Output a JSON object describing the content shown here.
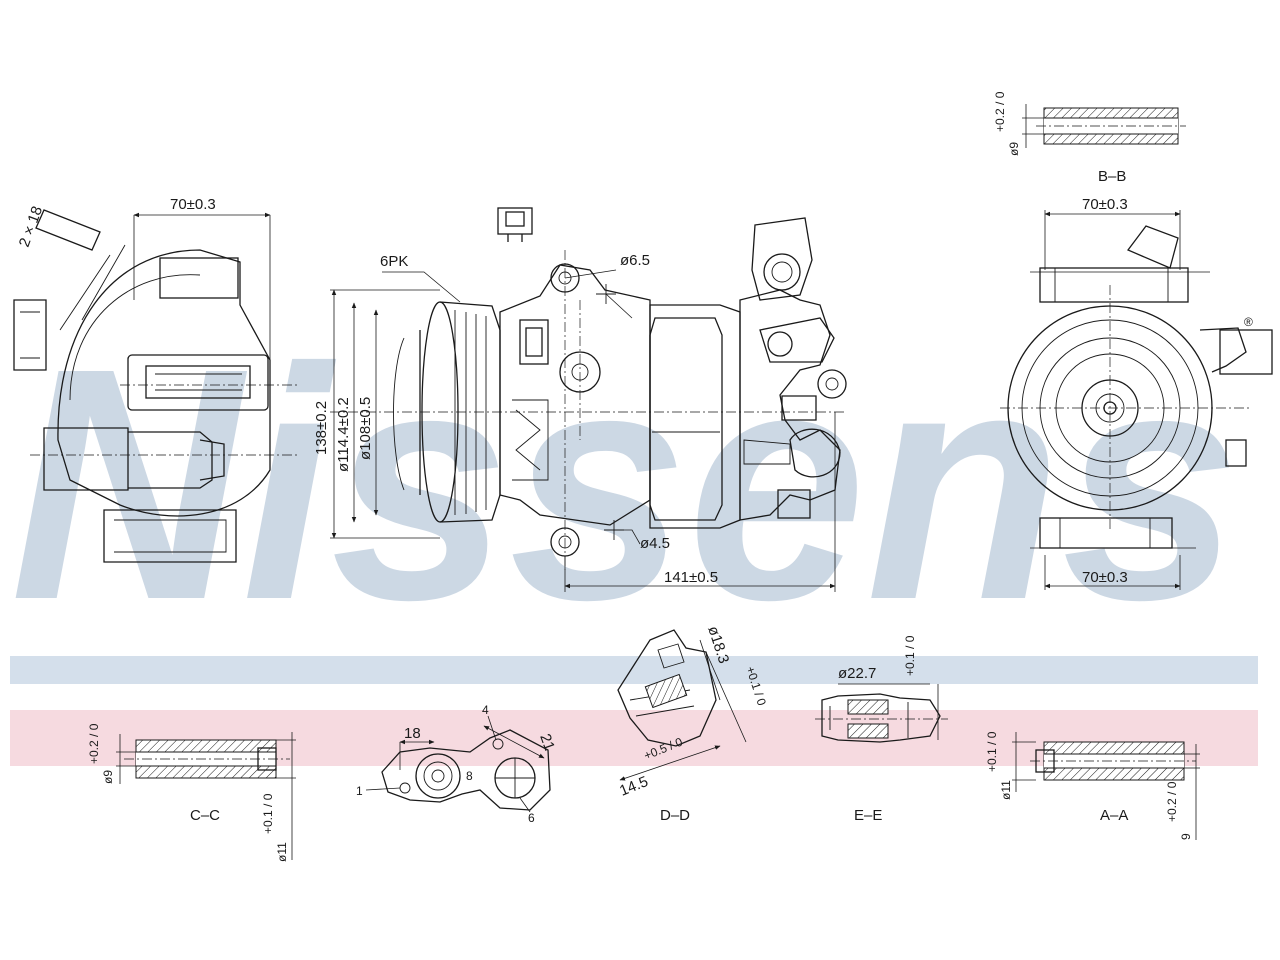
{
  "watermark": {
    "brand": "Nissens",
    "registered": "®",
    "colors": {
      "brand_blue": "#bccbdc",
      "band_pink": "#f4d3da",
      "band_blue": "#c9d7e6"
    }
  },
  "connector_icon": "connector-icon",
  "labels": {
    "side_width": "70±0.3",
    "clutch_angle": "2 × 18",
    "belt": "6PK",
    "mount_hole_top": "ø6.5",
    "mount_hole_bottom": "ø4.5",
    "length": "141±0.5",
    "pulley_dia_1": "138±0.2",
    "pulley_dia_2": "ø114.4±0.2",
    "pulley_dia_3": "ø108±0.5",
    "rear_width_top": "70±0.3",
    "rear_width_bottom": "70±0.3"
  },
  "sections": {
    "bb": {
      "name": "B–B",
      "dia": "ø9",
      "tol": "+0.2 / 0"
    },
    "cc": {
      "name": "C–C",
      "dia_small": "ø9",
      "tol_small": "+0.2 / 0",
      "dia_large": "ø11",
      "tol_large": "+0.1 / 0"
    },
    "connector": {
      "dim_a": "18",
      "dim_b": "21",
      "mark_a": "1",
      "mark_b": "4",
      "mark_c": "6",
      "mark_d": "8"
    },
    "dd": {
      "name": "D–D",
      "dia": "ø18.3",
      "tol": "+0.1 / 0",
      "len": "14.5",
      "len_tol": "+0.5 / 0"
    },
    "ee": {
      "name": "E–E",
      "dia": "ø22.7",
      "tol": "+0.1 / 0"
    },
    "aa": {
      "name": "A–A",
      "dia_large": "ø11",
      "tol_large": "+0.1 / 0",
      "dia_small": "9",
      "tol_small": "+0.2 / 0"
    }
  }
}
